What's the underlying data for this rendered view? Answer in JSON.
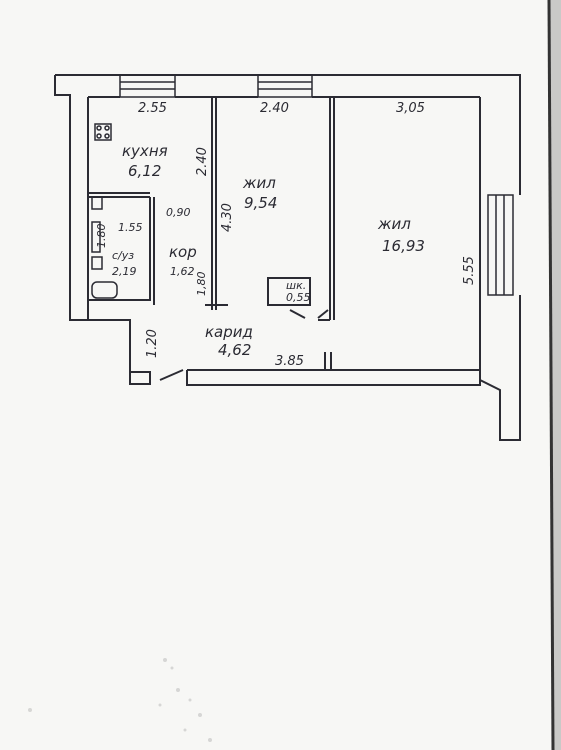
{
  "plan": {
    "rooms": {
      "kitchen": {
        "name": "кухня",
        "area": "6,12"
      },
      "living_small": {
        "name": "жил",
        "area": "9,54"
      },
      "living_large": {
        "name": "жил",
        "area": "16,93"
      },
      "bathroom": {
        "name": "с/уз",
        "area": "2,19"
      },
      "corridor_small": {
        "name": "кор",
        "area": "1,62"
      },
      "closet": {
        "name": "шк.",
        "area": "0,55"
      },
      "hall": {
        "name": "карид",
        "area": "4,62"
      }
    },
    "dimensions": {
      "top_kitchen": "2.55",
      "top_middle": "2.40",
      "top_right": "3,05",
      "kitchen_side": "2.40",
      "middle_side": "4.30",
      "right_side": "5.55",
      "bath_width": "1.55",
      "bath_side": "1.80",
      "corridor_width": "0,90",
      "corridor_side": "1,80",
      "entry_side": "1.20",
      "hall_width": "3.85"
    },
    "colors": {
      "paper": "#f7f7f5",
      "ink": "#2b2b33",
      "background": "#c9c9c7"
    }
  }
}
